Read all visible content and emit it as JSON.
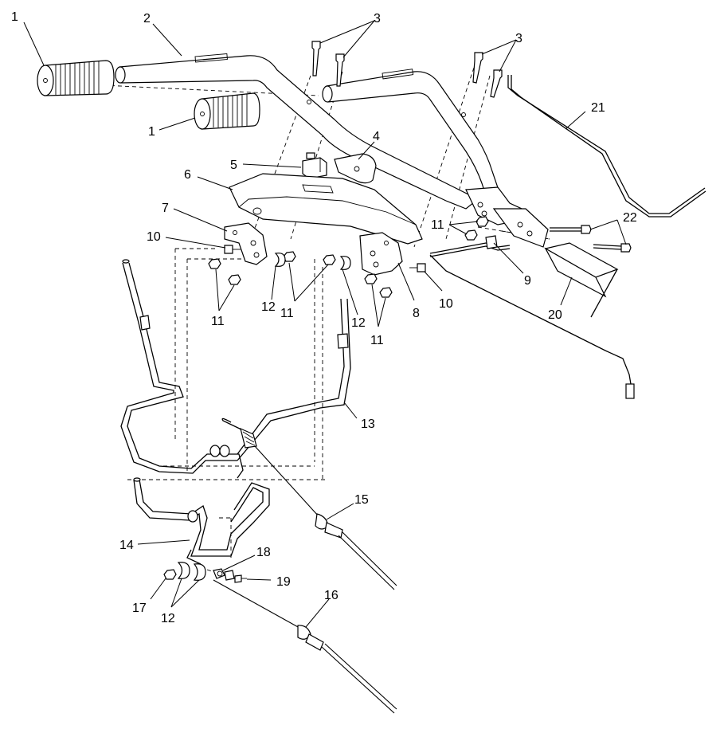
{
  "callouts": [
    {
      "id": "c1a",
      "text": "1"
    },
    {
      "id": "c1b",
      "text": "1"
    },
    {
      "id": "c2",
      "text": "2"
    },
    {
      "id": "c3a",
      "text": "3"
    },
    {
      "id": "c3b",
      "text": "3"
    },
    {
      "id": "c4",
      "text": "4"
    },
    {
      "id": "c5",
      "text": "5"
    },
    {
      "id": "c6",
      "text": "6"
    },
    {
      "id": "c7",
      "text": "7"
    },
    {
      "id": "c8",
      "text": "8"
    },
    {
      "id": "c9",
      "text": "9"
    },
    {
      "id": "c10a",
      "text": "10"
    },
    {
      "id": "c10b",
      "text": "10"
    },
    {
      "id": "c11a",
      "text": "11"
    },
    {
      "id": "c11b",
      "text": "11"
    },
    {
      "id": "c11c",
      "text": "11"
    },
    {
      "id": "c11d",
      "text": "11"
    },
    {
      "id": "c12a",
      "text": "12"
    },
    {
      "id": "c12b",
      "text": "12"
    },
    {
      "id": "c12c",
      "text": "12"
    },
    {
      "id": "c13",
      "text": "13"
    },
    {
      "id": "c14",
      "text": "14"
    },
    {
      "id": "c15",
      "text": "15"
    },
    {
      "id": "c16",
      "text": "16"
    },
    {
      "id": "c17",
      "text": "17"
    },
    {
      "id": "c18",
      "text": "18"
    },
    {
      "id": "c19",
      "text": "19"
    },
    {
      "id": "c20",
      "text": "20"
    },
    {
      "id": "c21",
      "text": "21"
    },
    {
      "id": "c22",
      "text": "22"
    }
  ]
}
